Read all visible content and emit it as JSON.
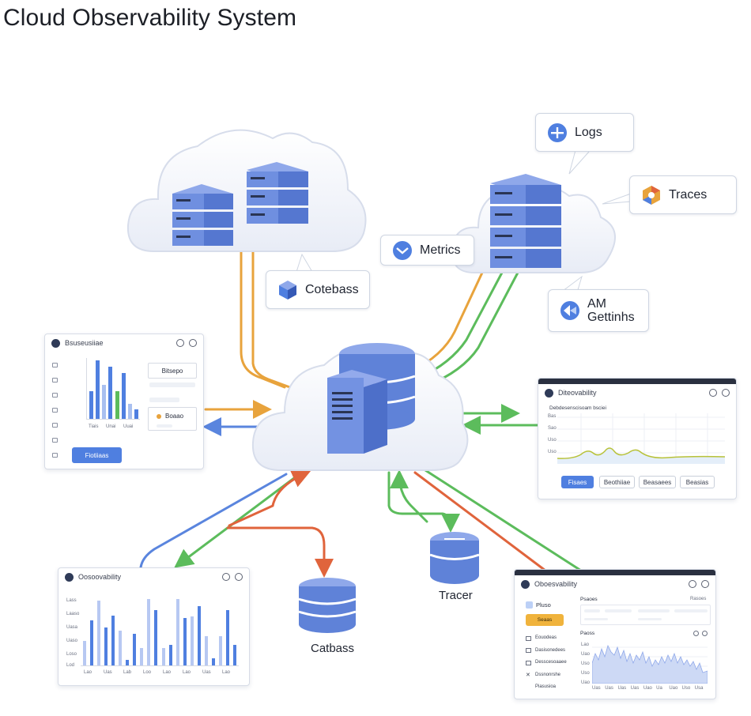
{
  "title": "Cloud Observability System",
  "callouts": {
    "logs": "Logs",
    "traces": "Traces",
    "metrics": "Metrics",
    "database": "Cotebass",
    "am_line1": "AM",
    "am_line2": "Gettinhs"
  },
  "nodes": {
    "catbass": "Catbass",
    "tracer": "Tracer"
  },
  "panel_left": {
    "title": "Bsuseusiiae",
    "card_title": "Bitsepo",
    "legend_item": "Boaao",
    "button": "Fiotiiaas",
    "bars": [
      0.45,
      0.95,
      0.55,
      0.85,
      0.45,
      0.75,
      0.25,
      0.15
    ],
    "bar_colors": [
      "#4f7fe0",
      "#4f7fe0",
      "#a9c0f0",
      "#4f7fe0",
      "#5cbc5c",
      "#4f7fe0",
      "#a9c0f0",
      "#4f7fe0"
    ],
    "x_ticks": [
      "Tiais",
      "Unai",
      "Uuai"
    ],
    "colors": {
      "accent": "#4f7fe0",
      "dot": "#e8a33c"
    }
  },
  "panel_right": {
    "title": "Diteovability",
    "subtitle": "Debdesenscisoam bsciei",
    "y_ticks": [
      "Bas",
      "Sao",
      "Uso",
      "Uso"
    ],
    "buttons": [
      "Fisaes",
      "Beothiiae",
      "Beasaees",
      "Beasias"
    ]
  },
  "panel_bottom_left": {
    "title": "Oosoovability",
    "y_ticks": [
      "Lass",
      "Laaso",
      "Uasa",
      "Uaso",
      "Loso",
      "Lod"
    ],
    "x_ticks": [
      "Lao",
      "Uas",
      "Lab",
      "Loo",
      "Lao",
      "Lao",
      "Uas",
      "Lao"
    ],
    "bars": [
      0.35,
      0.65,
      0.93,
      0.55,
      0.72,
      0.5,
      0.08,
      0.45,
      0.25,
      0.96,
      0.8,
      0.25,
      0.3,
      0.96,
      0.68,
      0.7,
      0.85,
      0.42,
      0.1,
      0.42,
      0.8,
      0.3
    ],
    "bar_colors": [
      "#b7c8f2",
      "#4f7fe0",
      "#b7c8f2",
      "#4f7fe0",
      "#4f7fe0",
      "#b7c8f2",
      "#4f7fe0",
      "#4f7fe0",
      "#b7c8f2",
      "#b7c8f2",
      "#4f7fe0",
      "#b7c8f2",
      "#4f7fe0",
      "#b7c8f2",
      "#4f7fe0",
      "#b7c8f2",
      "#4f7fe0",
      "#b7c8f2",
      "#4f7fe0",
      "#b7c8f2",
      "#4f7fe0",
      "#4f7fe0"
    ]
  },
  "panel_bottom_right": {
    "title": "Oboesvability",
    "sidebar_header": "Pluso",
    "sidebar_active": "Seaas",
    "sidebar_items": [
      "Eouodeas",
      "Dasisonedees",
      "Desscesoaaee",
      "Dssnonrshe",
      "Piasusioa"
    ],
    "section1": "Psaoes",
    "section1_right": "Rasoes",
    "section2": "Paoss",
    "x_ticks": [
      "Uas",
      "Uas",
      "Uas",
      "Uas",
      "Uao",
      "Ua",
      "Uao",
      "Uso",
      "Usa"
    ],
    "y_ticks": [
      "Lao",
      "Uao",
      "Uso",
      "Uso",
      "Uao"
    ],
    "colors": {
      "accent": "#f0b33c"
    }
  }
}
